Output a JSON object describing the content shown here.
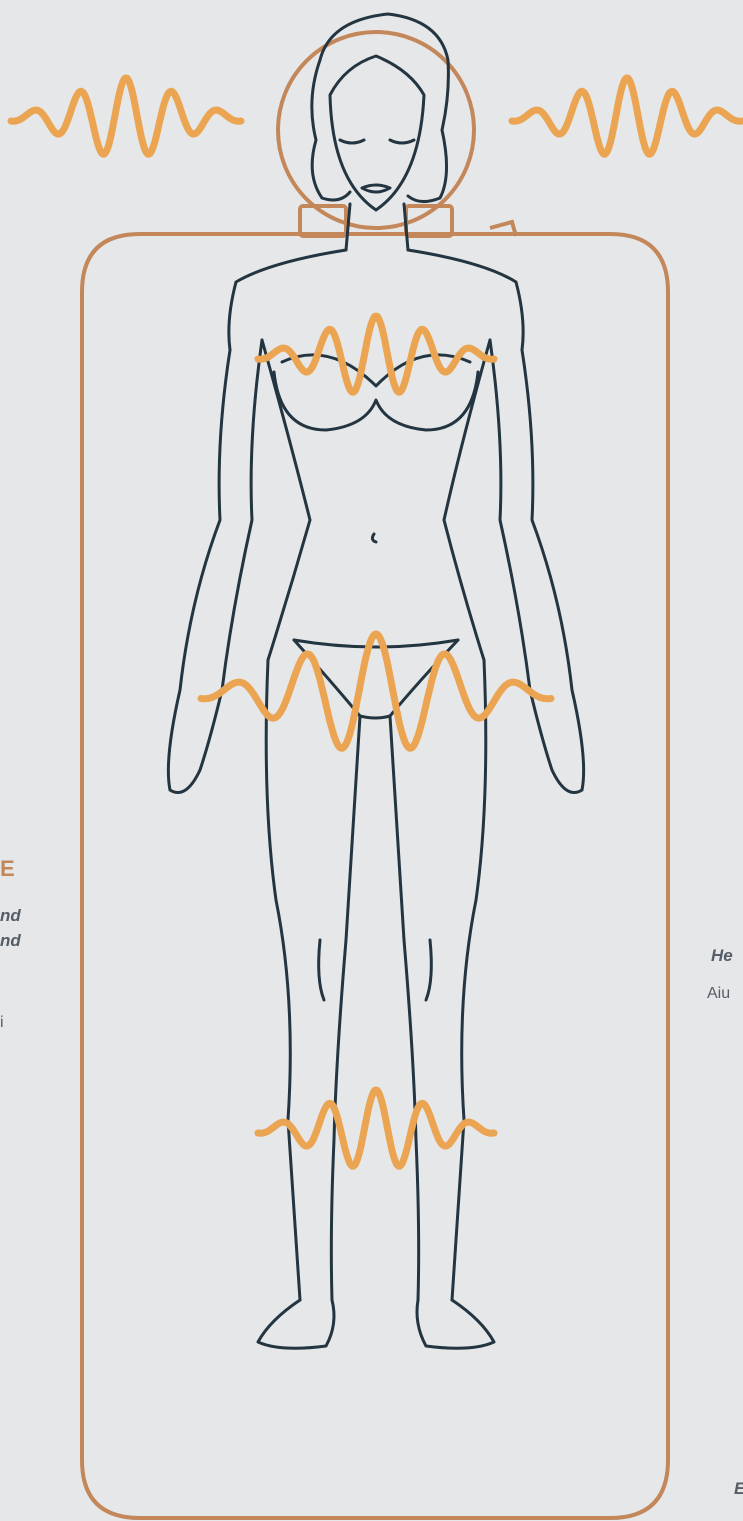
{
  "colors": {
    "background": "#e6e7e9",
    "accent_orange": "#eba552",
    "bronze": "#c3875a",
    "outline_dark": "#233540",
    "text_gray": "#555e66"
  },
  "text_fragments": {
    "left_heading": "E",
    "left_italic_line1": "nd",
    "left_italic_line2": "nd",
    "left_body": "i",
    "right_italic": "He",
    "right_body": "Aiu",
    "right_bottom": "E"
  },
  "icons": [
    "woman-figure-icon",
    "sound-wave-icon",
    "meditation-mat-icon",
    "headphones-icon"
  ]
}
